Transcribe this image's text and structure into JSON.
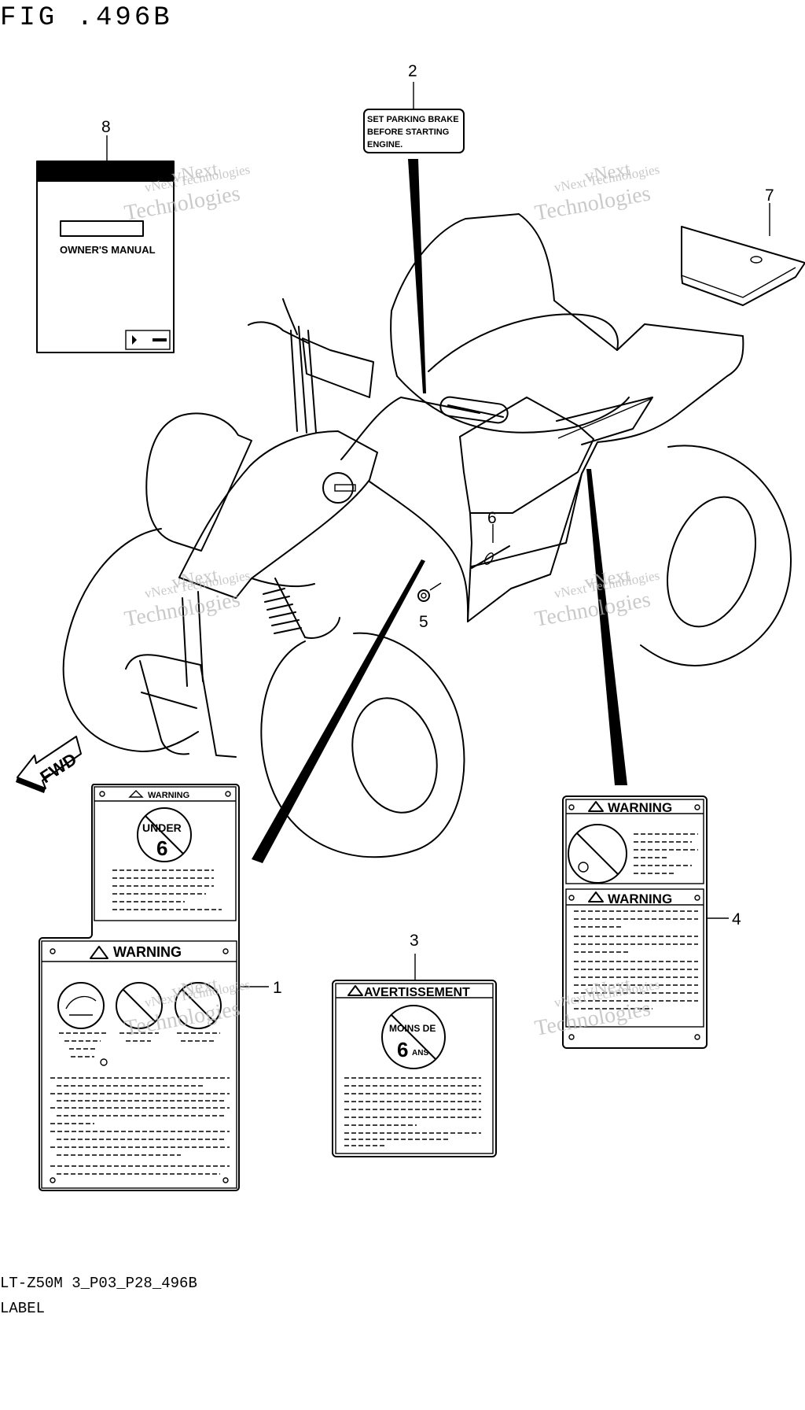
{
  "figure": {
    "title": "FIG .496B",
    "code": "LT-Z50M 3_P03_P28_496B",
    "name": "LABEL"
  },
  "callouts": {
    "c1": "1",
    "c2": "2",
    "c3": "3",
    "c4": "4",
    "c5": "5",
    "c6": "6",
    "c7": "7",
    "c8": "8"
  },
  "labels": {
    "parking": [
      "SET PARKING BRAKE",
      "BEFORE STARTING",
      "ENGINE."
    ],
    "manual_title": "OWNER'S MANUAL",
    "warning": "WARNING",
    "under": "UNDER",
    "six": "6",
    "avertissement": "AVERTISSEMENT",
    "moins_de": "MOINS DE",
    "ans": "ANS",
    "fwd": "FWD"
  },
  "watermark": {
    "line1": "vNext Technologies",
    "line2": "vNext",
    "line3": "Technologies"
  }
}
